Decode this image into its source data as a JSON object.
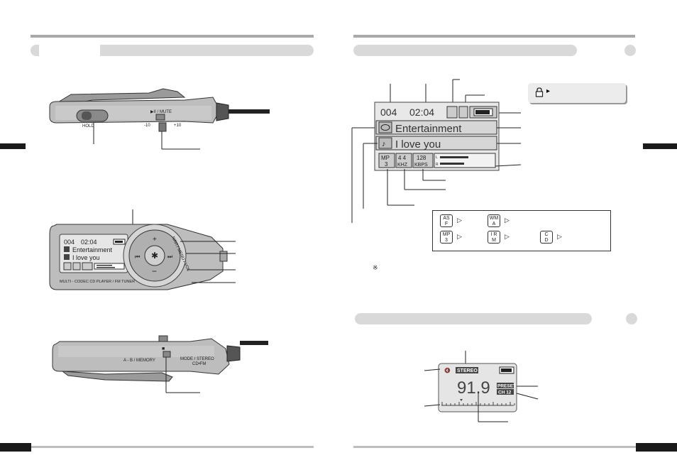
{
  "player_display": {
    "track_number": "004",
    "time": "02:04",
    "folder": "Entertainment",
    "song": "I love you",
    "codec_top": "MP",
    "codec_bottom": "3",
    "sample_top": "4 4",
    "sample_bottom": "KHZ",
    "bitrate_top": "128",
    "bitrate_bottom": "KBPS",
    "ch_l": "L",
    "ch_r": "R"
  },
  "device_top": {
    "hold_label": "HOLD",
    "mute_label": "▶II / MUTE",
    "vol_minus": "-10",
    "vol_plus": "+10"
  },
  "device_front": {
    "track_number": "004",
    "time": "02:04",
    "folder": "Entertainment",
    "song": "I love you",
    "brand_line": "MULTI - CODEC CD PLAYER / FM TUNER",
    "nav_label": "NAVI / MENU / VOL",
    "plus": "+",
    "minus": "−",
    "prev": "⏮",
    "next": "⏭",
    "center": "✱"
  },
  "device_bottom": {
    "ab_label": "A - B / MEMORY",
    "mode_label": "MODE / STEREO",
    "mode_sub": "CD•FM",
    "stop": "■"
  },
  "codec_legend": [
    {
      "top": "AS",
      "bottom": "F"
    },
    {
      "top": "WM",
      "bottom": "A"
    },
    {
      "top": "MP",
      "bottom": "3"
    },
    {
      "top": "I R",
      "bottom": "M"
    },
    {
      "top": "C",
      "bottom": "D"
    }
  ],
  "hold_box_arrow": "▸",
  "note_icon_label": "※",
  "fm_display": {
    "stereo": "STEREO",
    "frequency": "91.9",
    "preset": "PRESET",
    "channel": "CH 12"
  }
}
